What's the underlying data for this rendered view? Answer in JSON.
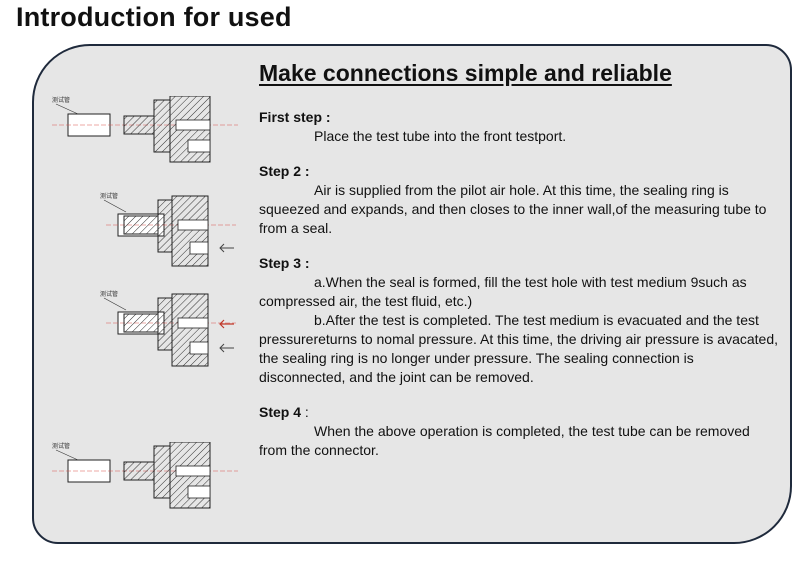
{
  "page": {
    "title": "Introduction for used"
  },
  "diagrams": {
    "tube_label": "测试管"
  },
  "content": {
    "heading": "Make connections simple and reliable",
    "steps": [
      {
        "title": "First step :",
        "paragraphs": [
          "Place the test tube into the front testport."
        ]
      },
      {
        "title": "Step 2 :",
        "paragraphs": [
          "Air is supplied from the pilot air hole. At this time, the sealing ring is squeezed and expands, and then closes to the inner wall,of the measuring tube to from a seal."
        ]
      },
      {
        "title": "Step 3 :",
        "paragraphs": [
          "a.When the seal is formed, fill the test hole with test medium 9such as compressed air, the test fluid, etc.)",
          "b.After the test is completed. The test medium is evacuated and the test pressurereturns  to nomal pressure. At this time, the driving air pressure is avacated, the sealing ring is no longer under pressure. The sealing connection is disconnected, and the joint can be removed."
        ]
      },
      {
        "title": "Step 4",
        "title_suffix": ":",
        "paragraphs": [
          "When the above operation is completed, the test tube can be removed from the connector."
        ]
      }
    ]
  },
  "colors": {
    "panel_bg": "#e6e6e6",
    "panel_border": "#1f2a3c",
    "arrow_red": "#c0392b",
    "centerline_red": "#d9534f"
  }
}
